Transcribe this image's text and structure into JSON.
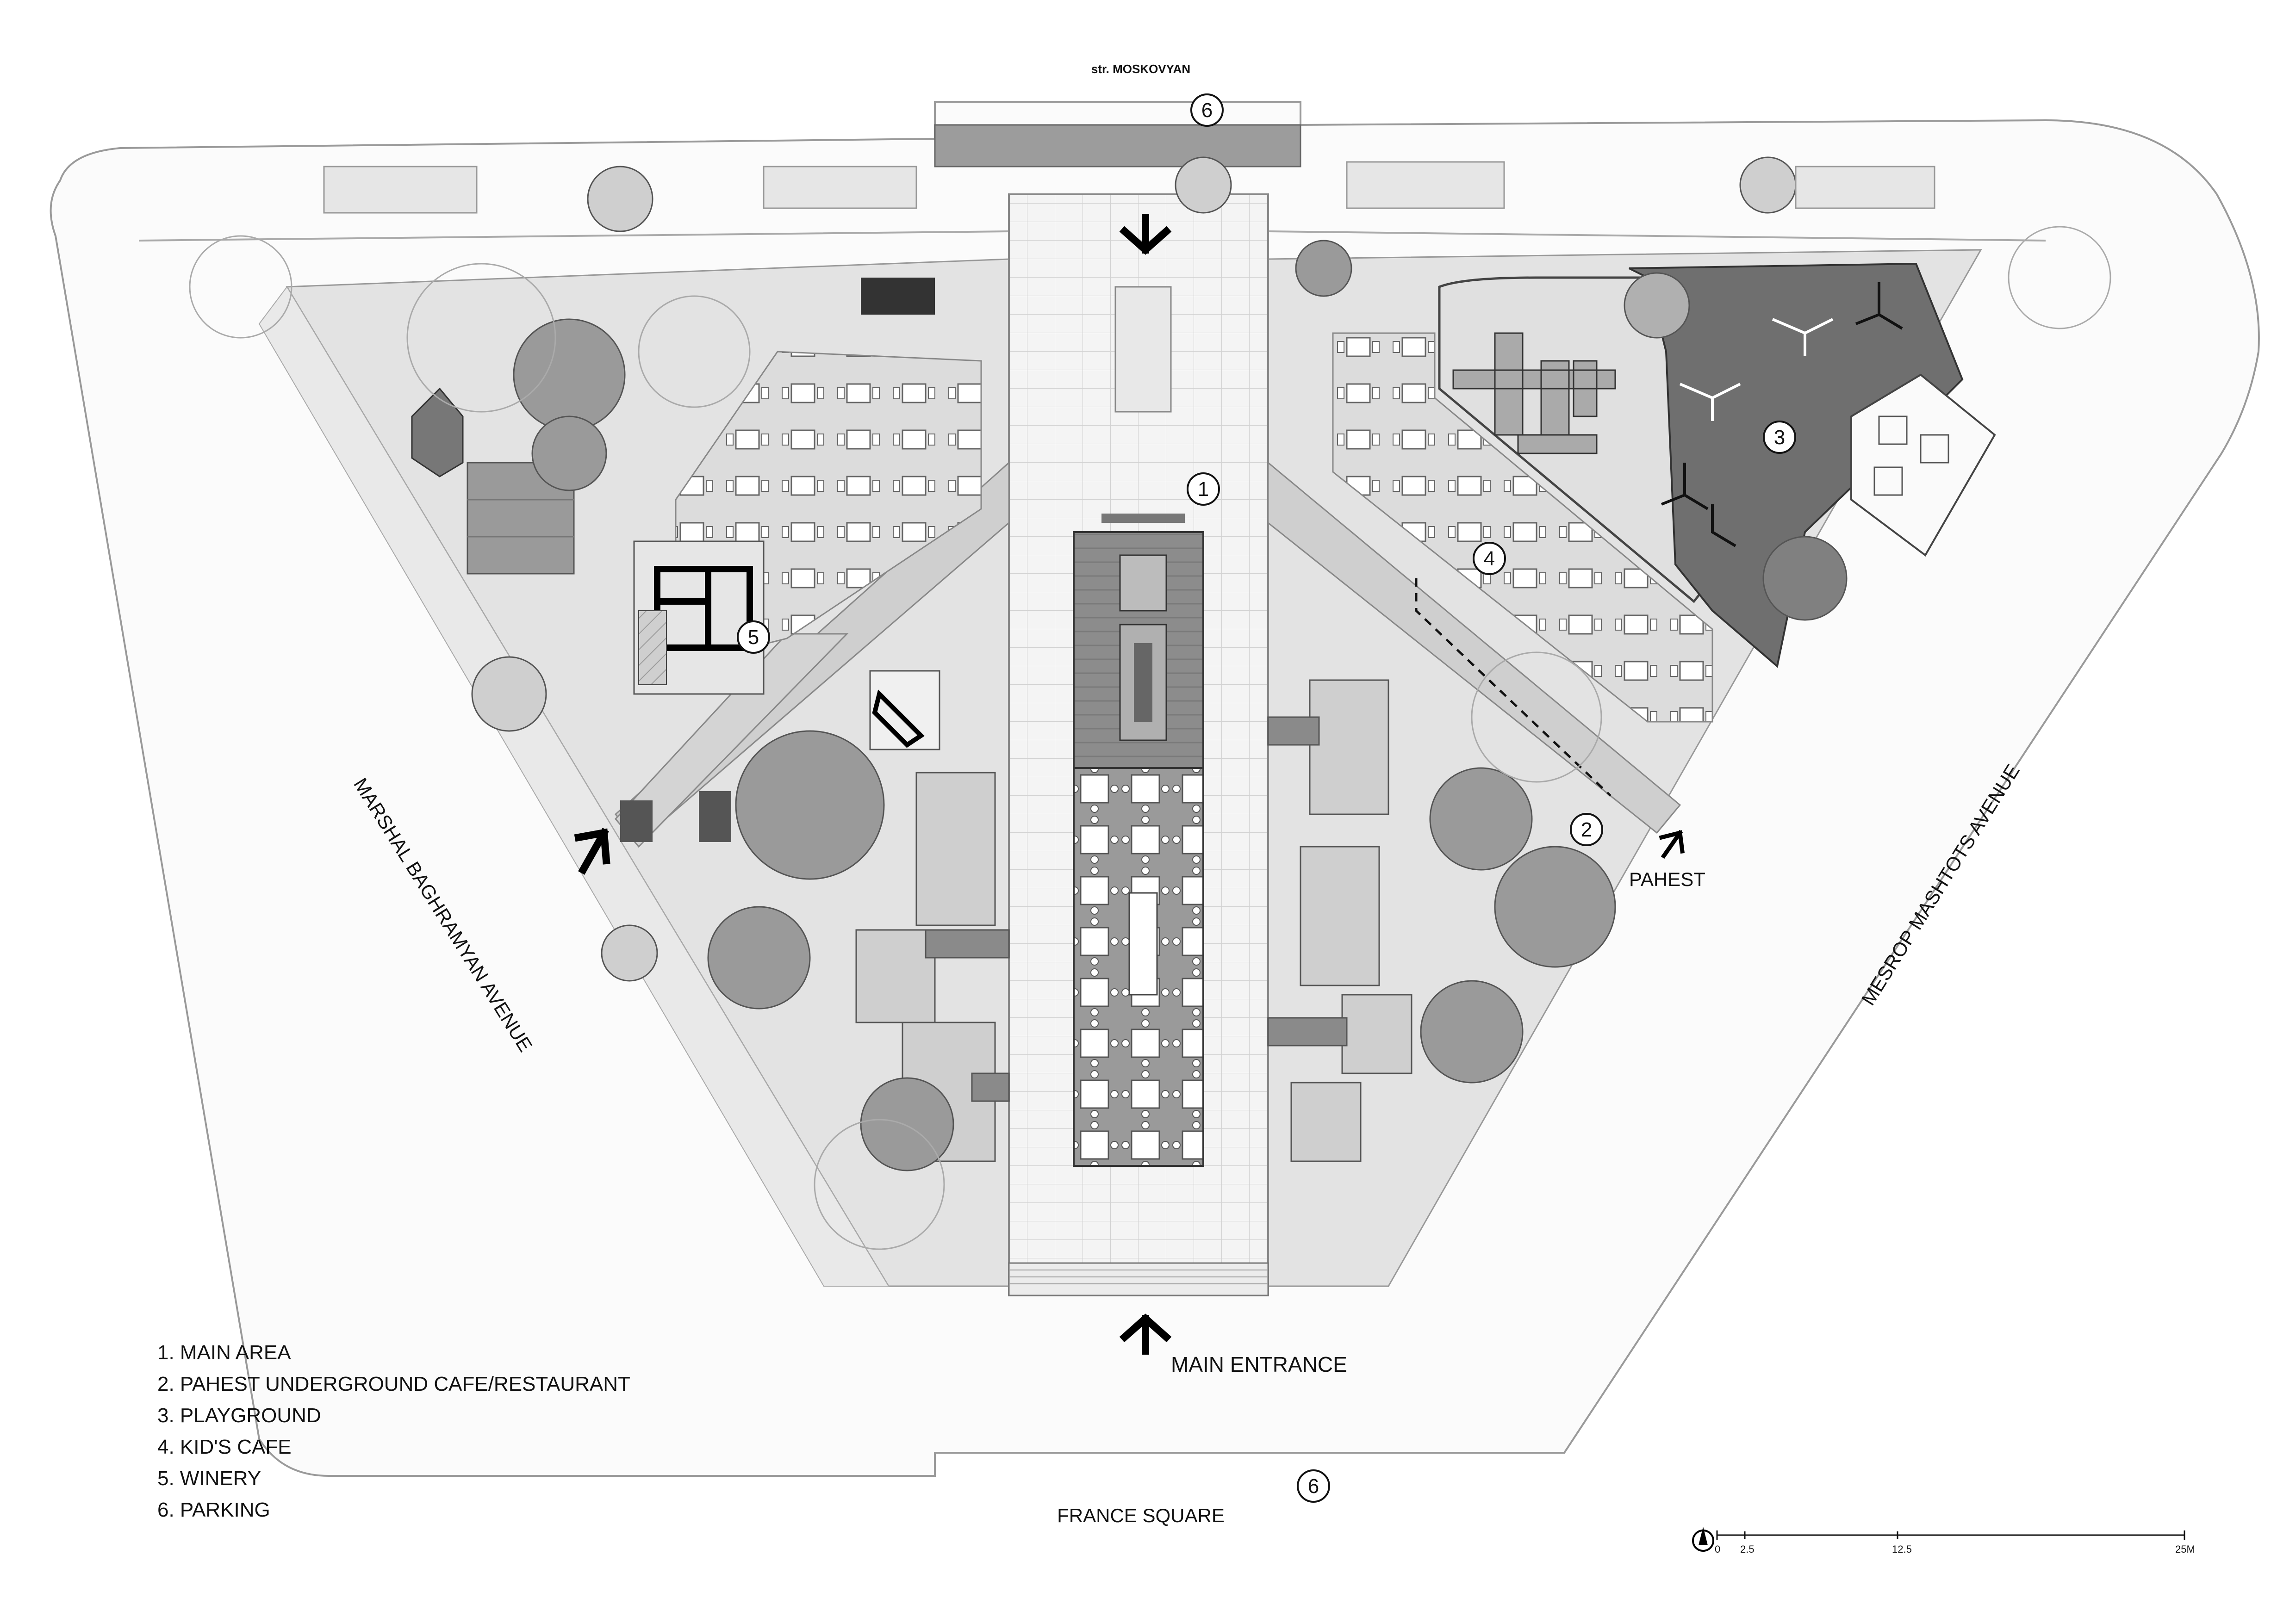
{
  "streets": {
    "north": "str. MOSKOVYAN",
    "west": "MARSHAL BAGHRAMYAN AVENUE",
    "east": "MESROP MASHTOTS AVENUE",
    "south": "FRANCE SQUARE"
  },
  "entrances": {
    "main": "MAIN ENTRANCE",
    "pahest": "PAHEST"
  },
  "zone_markers": {
    "main_area": "1",
    "pahest": "2",
    "playground": "3",
    "kids_cafe": "4",
    "winery": "5",
    "parking_north": "6",
    "parking_south": "6"
  },
  "legend": [
    "1. MAIN AREA",
    "2. PAHEST UNDERGROUND CAFE/RESTAURANT",
    "3. PLAYGROUND",
    "4. KID'S CAFE",
    "5. WINERY",
    "6. PARKING"
  ],
  "scale_bar": {
    "ticks": [
      "0",
      "2.5",
      "12.5",
      "25M"
    ]
  },
  "colors": {
    "paving": "#f1f1f1",
    "ground": "#dedede",
    "playground": "#6f6f6f",
    "trees": "#9a9a9a",
    "deck": "#8a8a8a",
    "lines": "#111111"
  }
}
